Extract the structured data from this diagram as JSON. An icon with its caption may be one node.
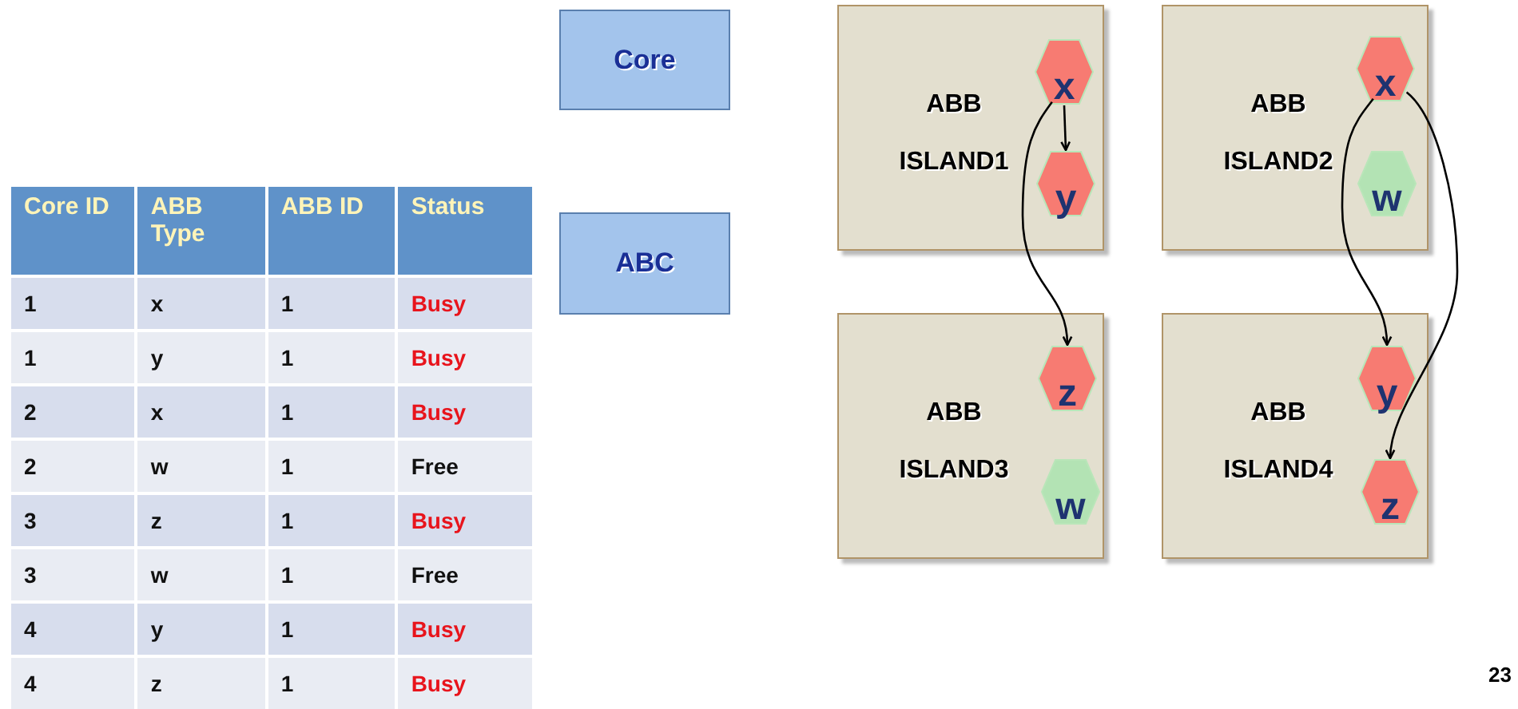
{
  "diagram": {
    "nodes": [
      {
        "text": [
          "Core"
        ]
      },
      {
        "text": [
          "ABC"
        ]
      },
      {
        "text": [
          "ABB ISLAND1"
        ]
      },
      {
        "text": [
          "x"
        ],
        "in": 2
      },
      {
        "text": [
          "y"
        ],
        "in": 2
      },
      {
        "text": [
          "ABB ISLAND2"
        ]
      },
      {
        "text": [
          "x"
        ],
        "in": 5
      },
      {
        "text": [
          "w"
        ],
        "in": 5
      },
      {
        "text": [
          "ABB ISLAND3"
        ]
      },
      {
        "text": [
          "z"
        ],
        "in": 8
      },
      {
        "text": [
          "w"
        ],
        "in": 8
      },
      {
        "text": [
          "ABB ISLAND4"
        ]
      },
      {
        "text": [
          "y"
        ],
        "in": 11
      },
      {
        "text": [
          "z"
        ],
        "in": 11
      }
    ],
    "edges": [
      {
        "from": 3,
        "to": 4,
        "arrow": "to"
      },
      {
        "from": 3,
        "to": 9,
        "arrow": "to"
      },
      {
        "from": 6,
        "to": 12,
        "arrow": "to"
      },
      {
        "from": 6,
        "to": 13,
        "arrow": "to"
      }
    ],
    "labels": [
      "Core ID",
      "ABB Type",
      "ABB ID",
      "Status",
      "1",
      "x",
      "1",
      "Busy",
      "1",
      "y",
      "1",
      "Busy",
      "2",
      "x",
      "1",
      "Busy",
      "2",
      "w",
      "1",
      "Free",
      "3",
      "z",
      "1",
      "Busy",
      "3",
      "w",
      "1",
      "Free",
      "4",
      "y",
      "1",
      "Busy",
      "4",
      "z",
      "1",
      "Busy",
      "23"
    ]
  }
}
